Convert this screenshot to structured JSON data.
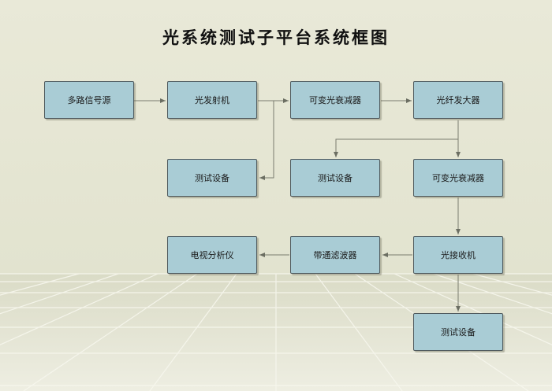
{
  "diagram": {
    "title": "光系统测试子平台系统框图",
    "nodes": {
      "multi_source": "多路信号源",
      "optical_tx": "光发射机",
      "attenuator_1": "可变光衰减器",
      "amplifier": "光纤发大器",
      "test_equip_1": "测试设备",
      "test_equip_2": "测试设备",
      "attenuator_2": "可变光衰减器",
      "tv_analyzer": "电视分析仪",
      "bandpass_filter": "带通滤波器",
      "optical_rx": "光接收机",
      "test_equip_3": "测试设备"
    }
  }
}
